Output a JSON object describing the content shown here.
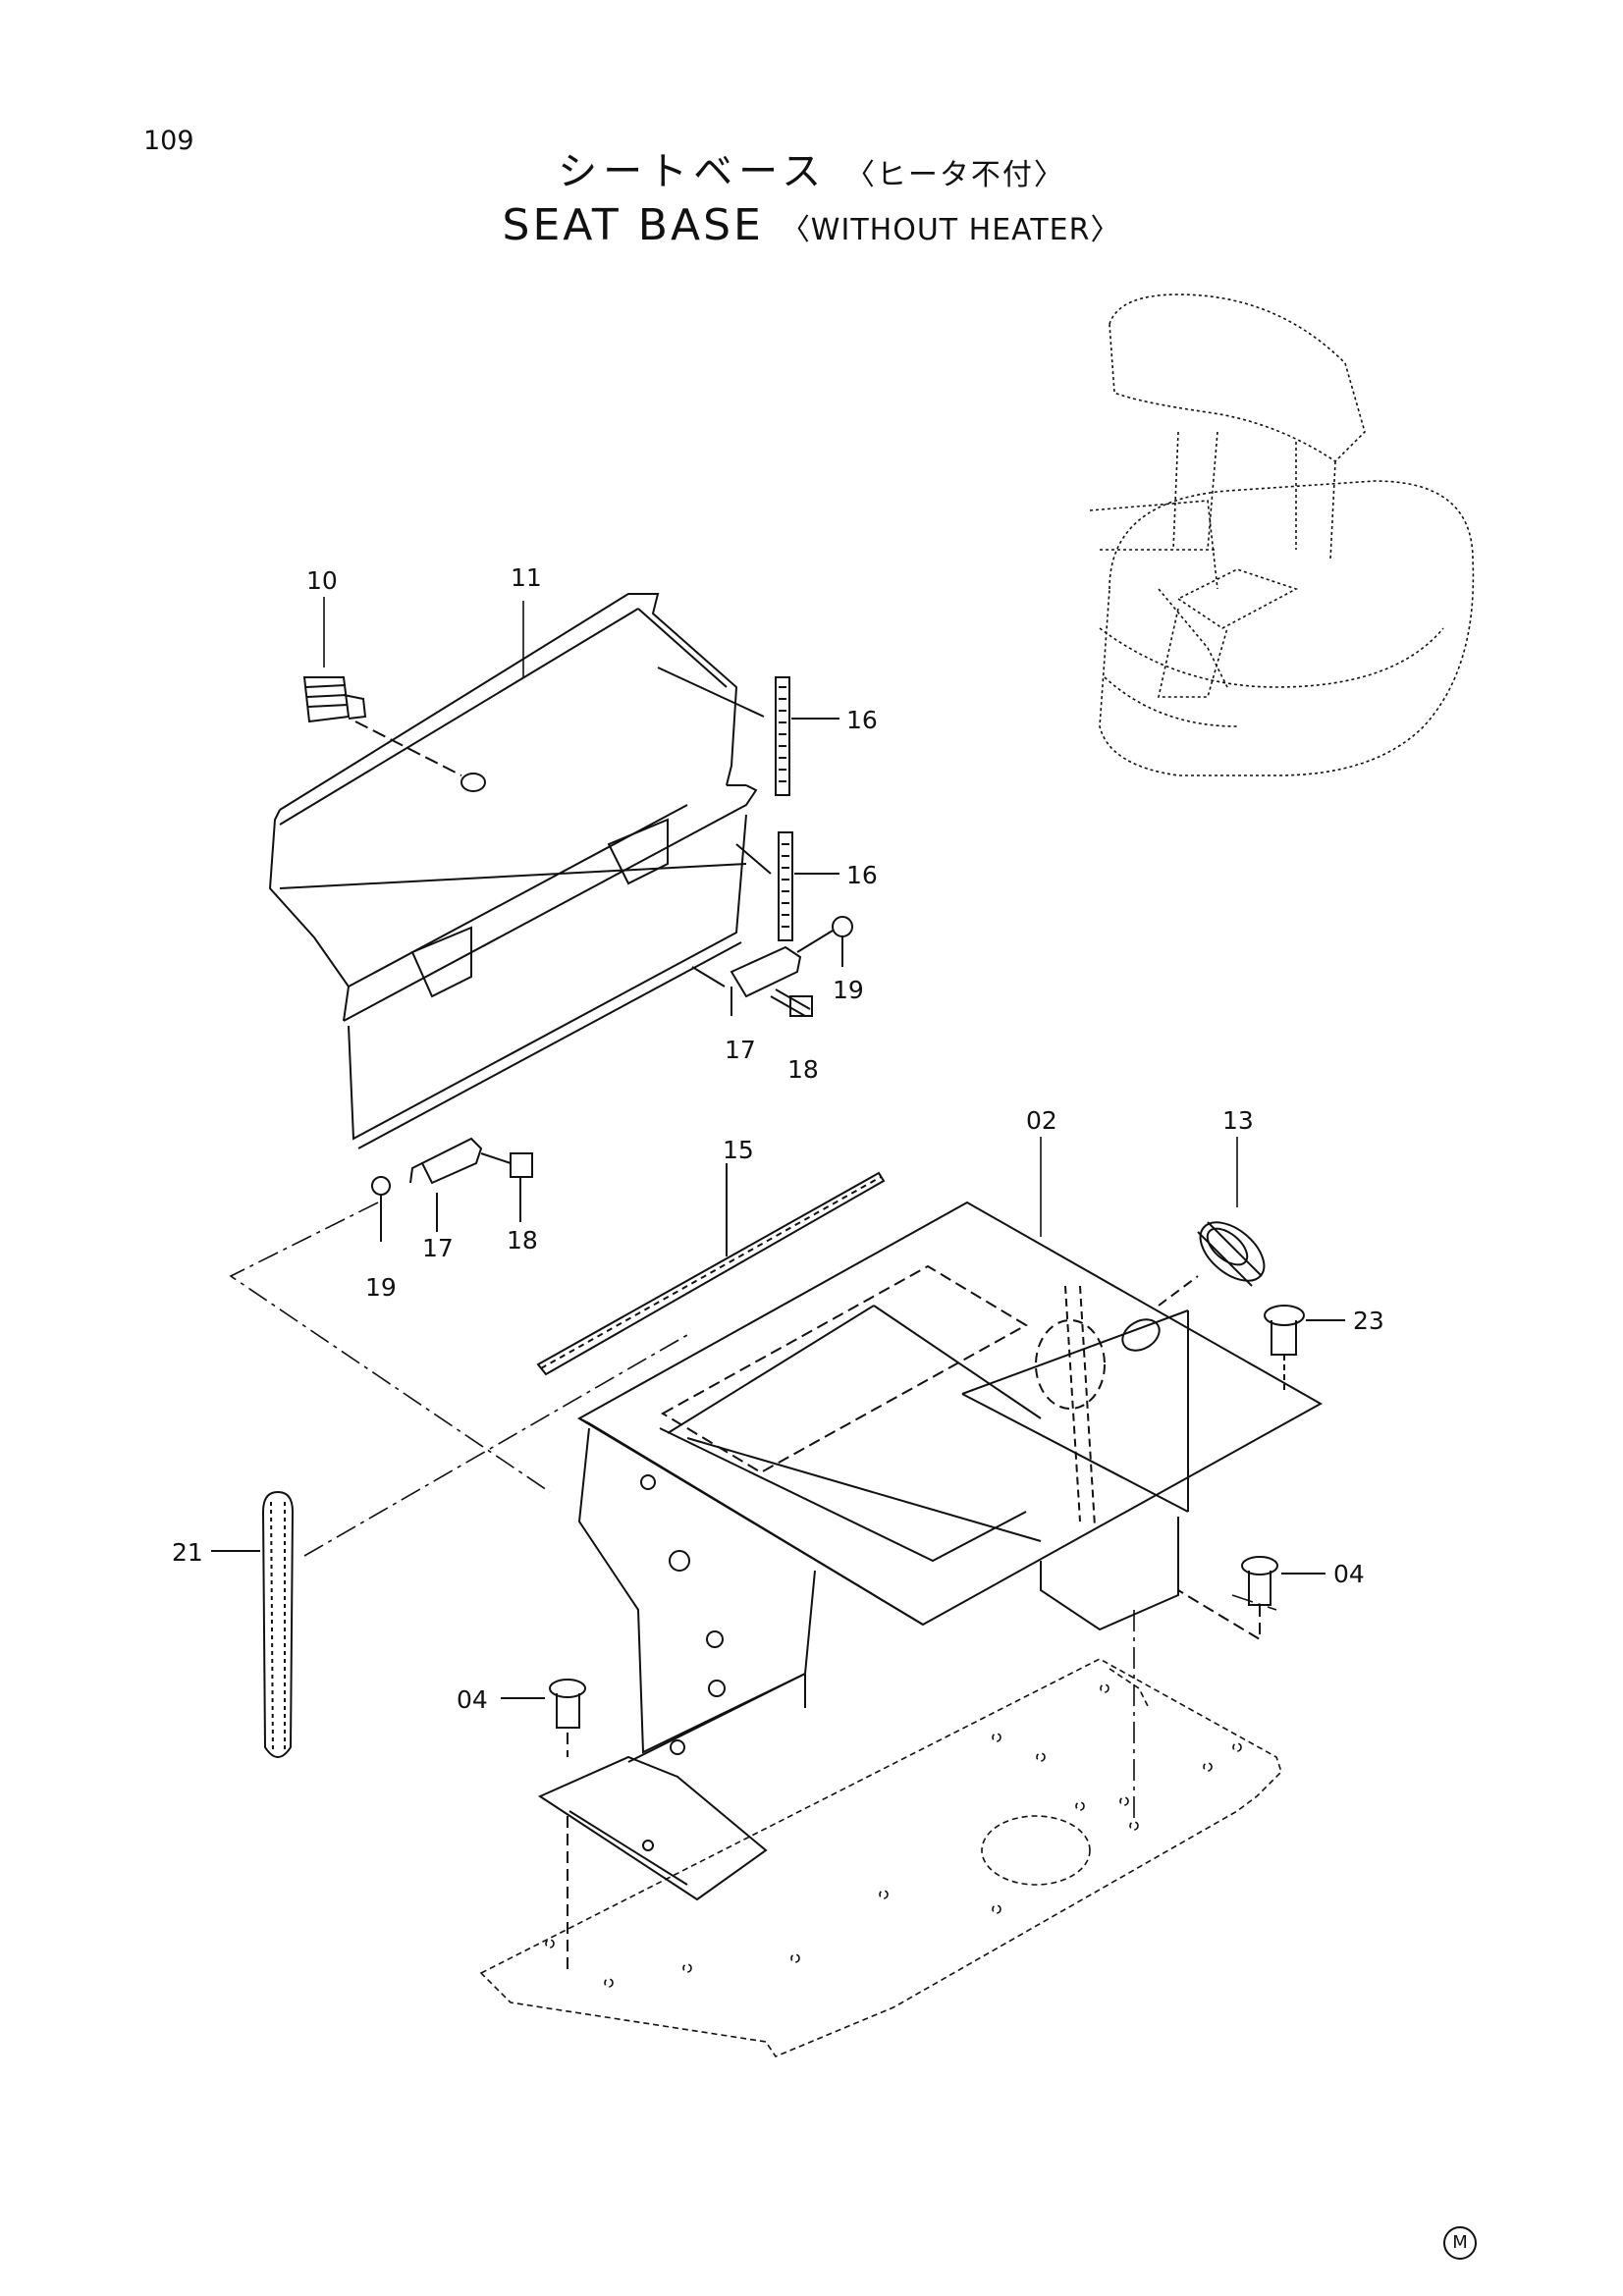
{
  "page_number": "109",
  "title": {
    "jp_main": "シートベース",
    "jp_sub": "〈ヒータ不付〉",
    "en_main": "SEAT BASE",
    "en_sub": "〈WITHOUT HEATER〉"
  },
  "callouts": [
    "10",
    "11",
    "16",
    "16",
    "19",
    "17",
    "18",
    "15",
    "02",
    "13",
    "23",
    "17",
    "18",
    "19",
    "21",
    "04",
    "04"
  ],
  "corner_mark": "M"
}
